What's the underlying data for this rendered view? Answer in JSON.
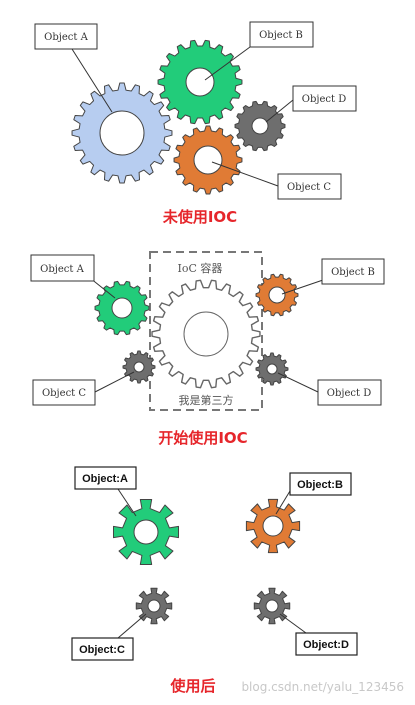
{
  "colors": {
    "blue": "#b7cdf0",
    "green": "#22cc7a",
    "orange": "#e07b35",
    "gray": "#6e6e6e",
    "white_gear": "#ffffff",
    "caption_red": "#e6262b",
    "stroke": "#333333",
    "watermark": "#c8c8c8"
  },
  "diagram1": {
    "labels": {
      "a": "Object A",
      "b": "Object B",
      "c": "Object C",
      "d": "Object D"
    },
    "caption": "未使用IOC"
  },
  "diagram2": {
    "container_title": "IoC 容器",
    "container_subtitle": "我是第三方",
    "labels": {
      "a": "Object A",
      "b": "Object B",
      "c": "Object C",
      "d": "Object D"
    },
    "caption": "开始使用IOC"
  },
  "diagram3": {
    "labels": {
      "a": "Object:A",
      "b": "Object:B",
      "c": "Object:C",
      "d": "Object:D"
    },
    "caption": "使用后"
  },
  "watermark": "blog.csdn.net/yalu_123456"
}
